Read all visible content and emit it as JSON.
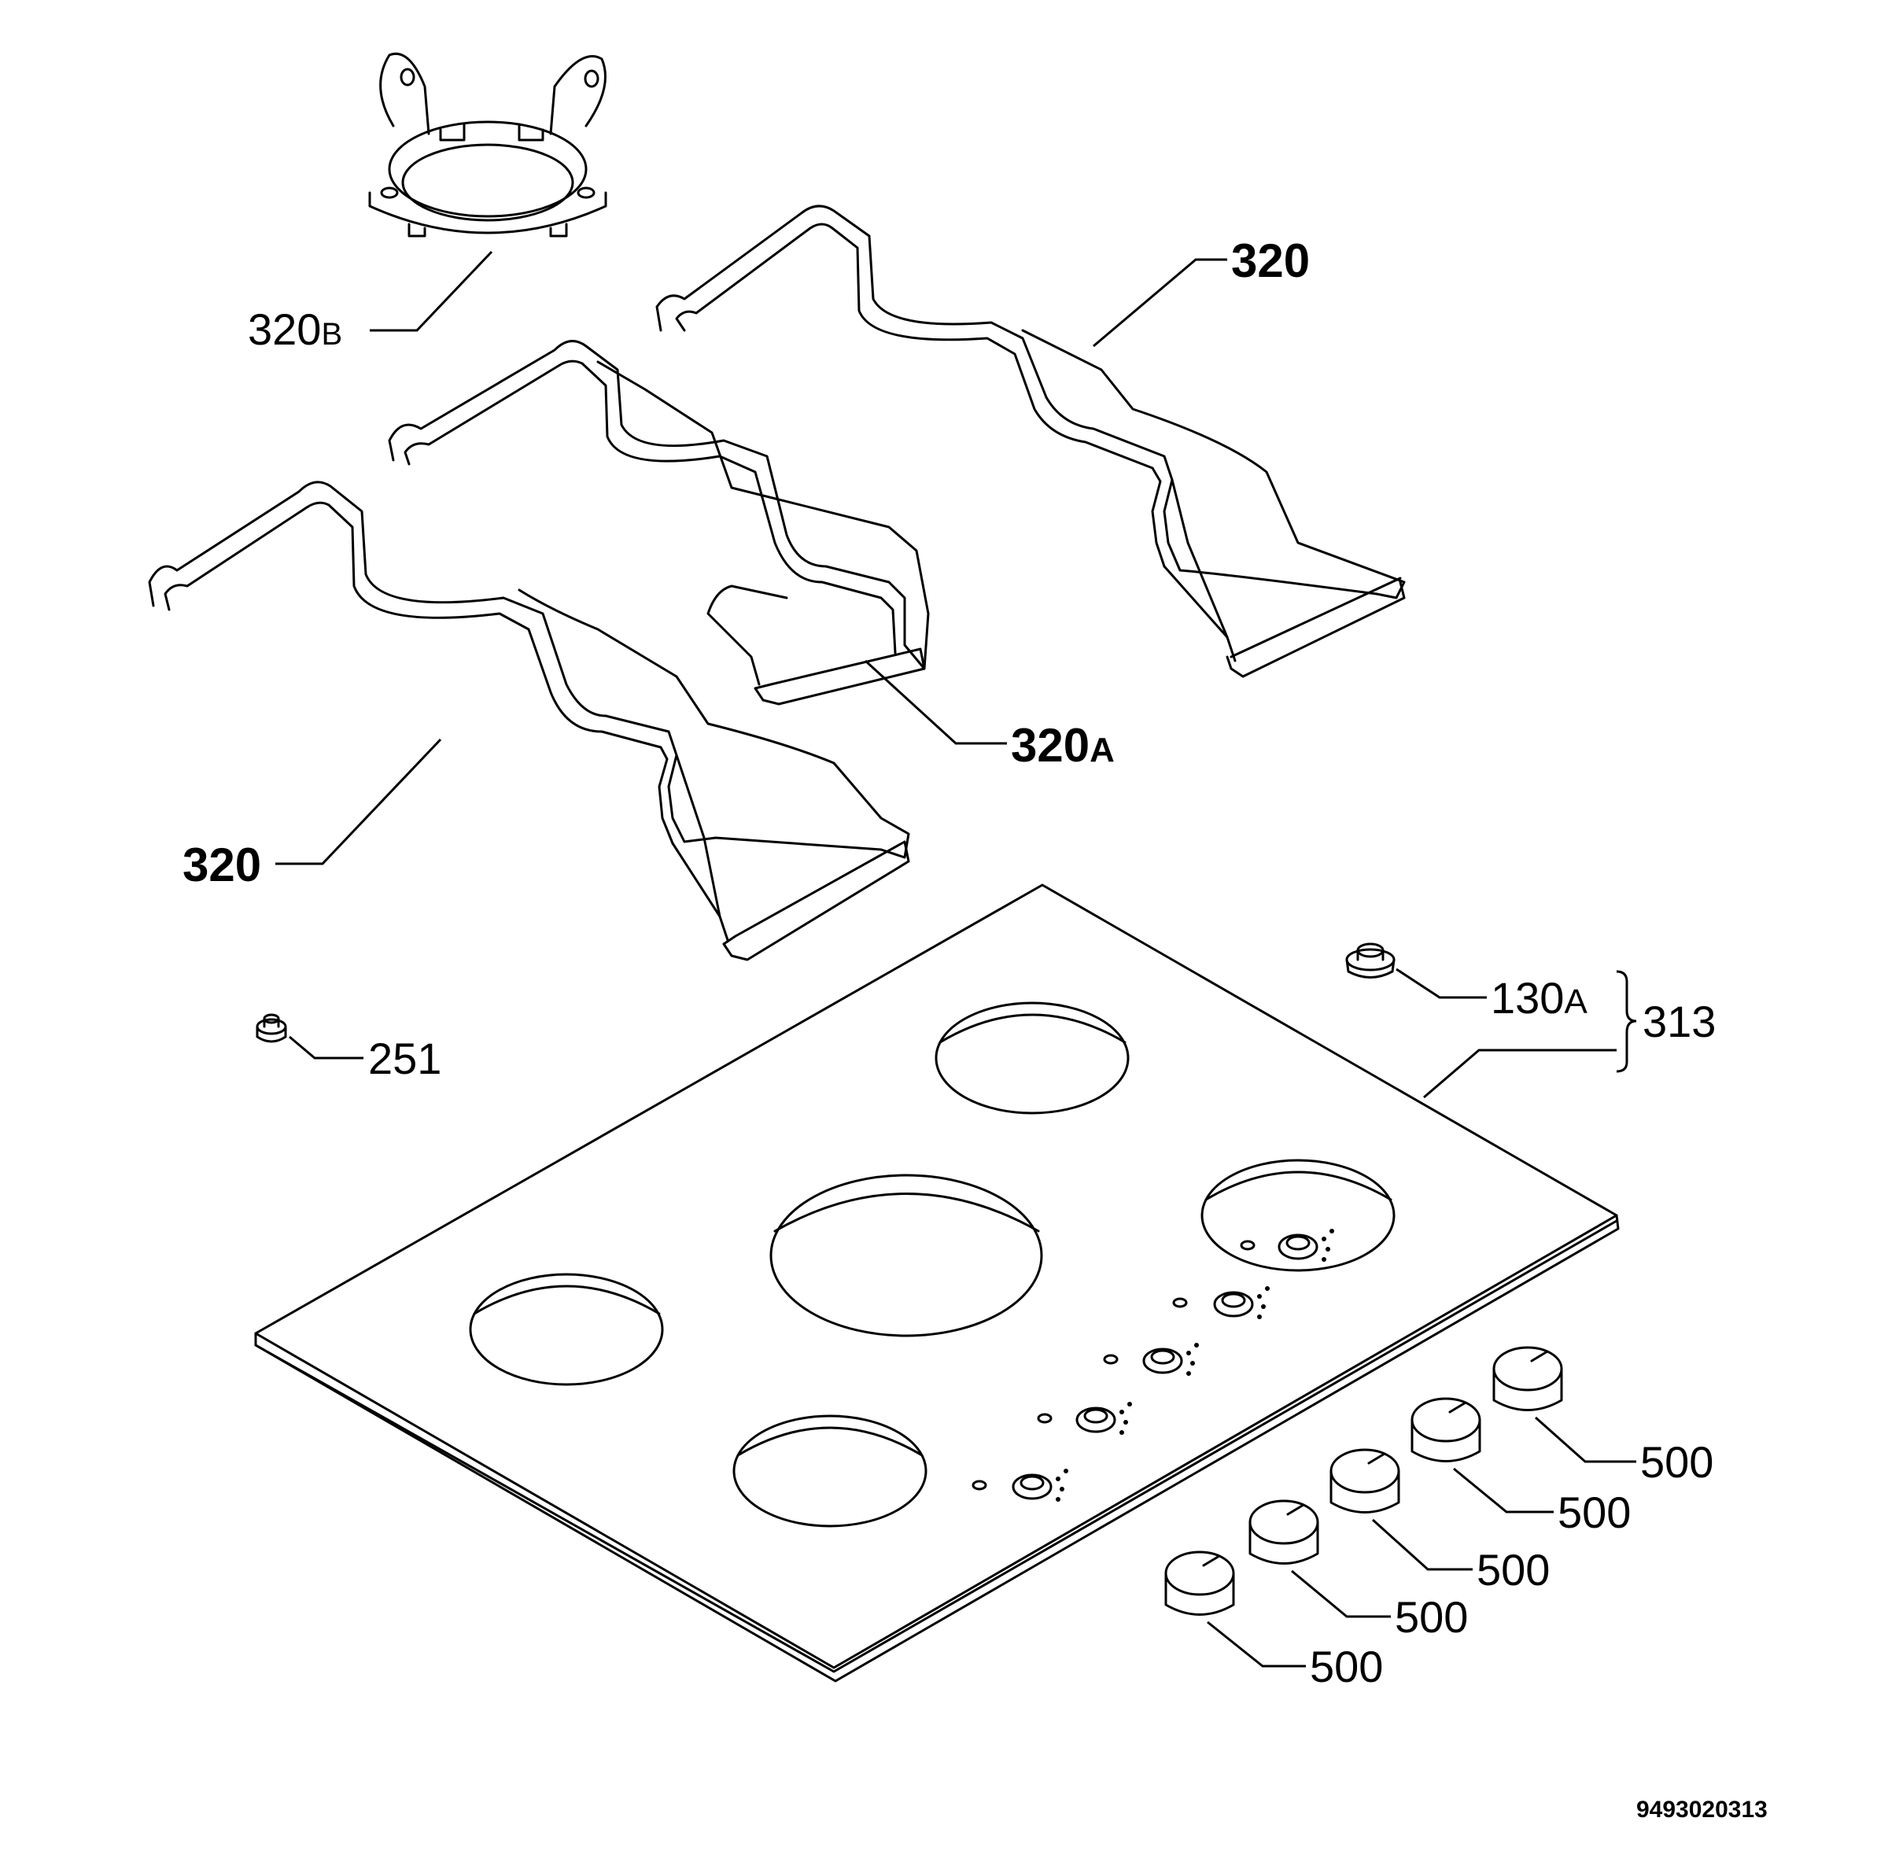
{
  "labels": {
    "ring_support": "320",
    "ring_support_suffix": "B",
    "grid_right": "320",
    "grid_middle": "320",
    "grid_middle_suffix": "A",
    "grid_left": "320",
    "seal_small": "251",
    "rubber_foot": "130",
    "rubber_foot_suffix": "A",
    "assembly": "313",
    "knob_1": "500",
    "knob_2": "500",
    "knob_3": "500",
    "knob_4": "500",
    "knob_5": "500"
  },
  "document_number": "9493020313"
}
